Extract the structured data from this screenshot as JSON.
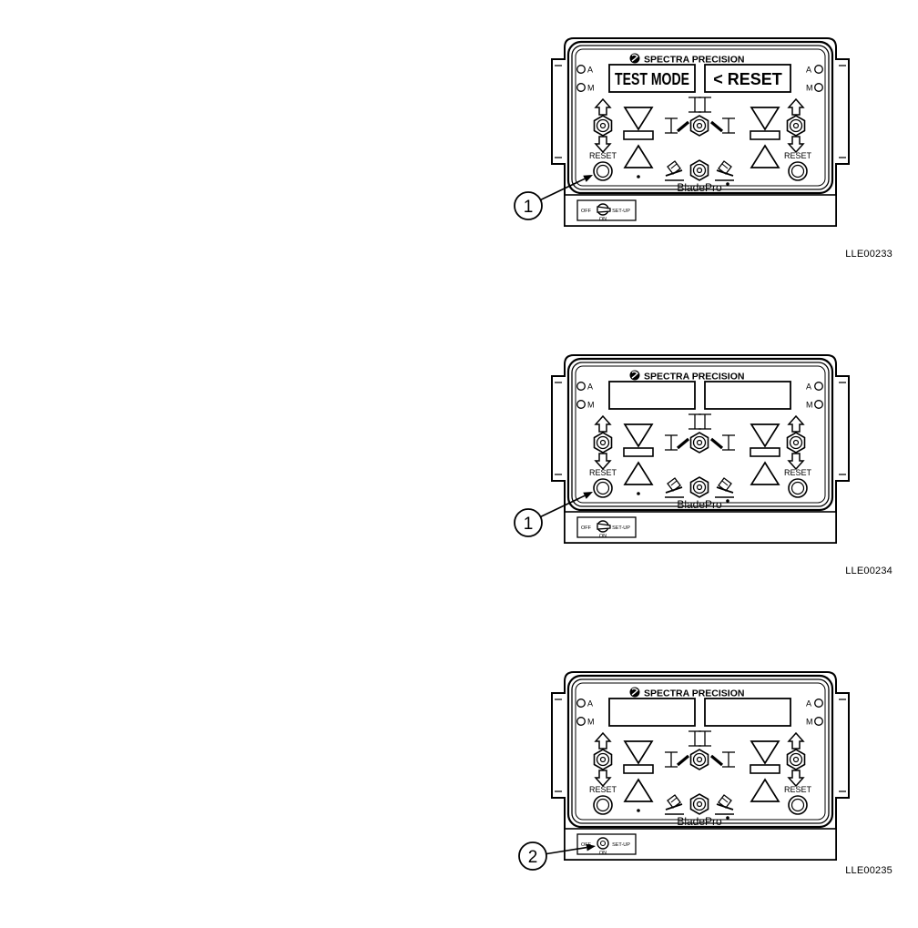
{
  "brand": "SPECTRA PRECISION",
  "product": "BladePro",
  "indicators": {
    "auto": "A",
    "manual": "M"
  },
  "reset_label": "RESET",
  "switch": {
    "off": "OFF",
    "on": "ON",
    "setup": "SET-UP"
  },
  "figures": [
    {
      "display_left": "TEST MODE",
      "display_right": "< RESET",
      "callout": "1",
      "figure_id": "LLE00233"
    },
    {
      "display_left": "",
      "display_right": "",
      "callout": "1",
      "figure_id": "LLE00234"
    },
    {
      "display_left": "",
      "display_right": "",
      "callout": "2",
      "figure_id": "LLE00235"
    }
  ],
  "colors": {
    "line": "#000000",
    "background": "#ffffff"
  }
}
